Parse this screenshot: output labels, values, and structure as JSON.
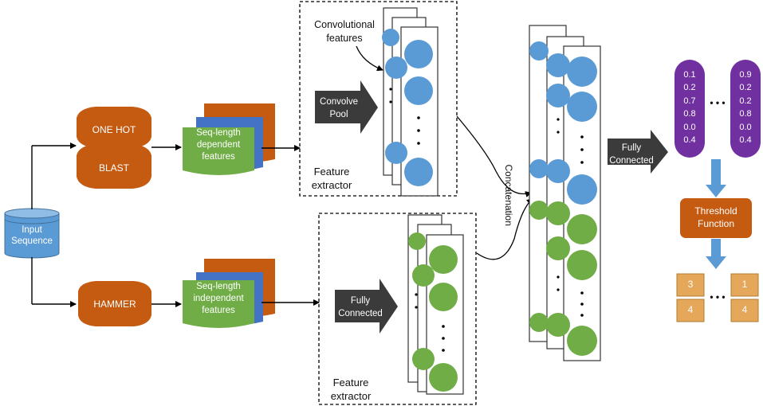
{
  "input": {
    "label_line1": "Input",
    "label_line2": "Sequence"
  },
  "encoders": {
    "one_hot": "ONE HOT",
    "blast": "BLAST",
    "hammer": "HAMMER"
  },
  "documents": {
    "dependent": {
      "line1": "Seq-length",
      "line2": "dependent",
      "line3": "features"
    },
    "independent": {
      "line1": "Seq-length",
      "line2": "independent",
      "line3": "features"
    }
  },
  "conv_block": {
    "callout_line1": "Convolutional",
    "callout_line2": "features",
    "arrow_line1": "Convolve",
    "arrow_line2": "Pool",
    "caption_line1": "Feature",
    "caption_line2": "extractor"
  },
  "fc_block": {
    "arrow_line1": "Fully",
    "arrow_line2": "Connected",
    "caption_line1": "Feature",
    "caption_line2": "extractor"
  },
  "concat_label": "Concatenation",
  "fc_main": {
    "line1": "Fully",
    "line2": "Connected"
  },
  "outputs": {
    "left": [
      "0.1",
      "0.2",
      "0.7",
      "0.8",
      "0.0",
      "0.4"
    ],
    "right": [
      "0.9",
      "0.2",
      "0.2",
      "0.8",
      "0.0",
      "0.4"
    ],
    "ellipsis": "• • •"
  },
  "threshold": {
    "line1": "Threshold",
    "line2": "Function"
  },
  "labels_grid": {
    "left": [
      "3",
      "4"
    ],
    "right": [
      "1",
      "4"
    ],
    "ellipsis": "• • •"
  },
  "colors": {
    "orange": "#c55a11",
    "blue": "#5b9bd5",
    "green": "#70ad47",
    "purple": "#7030a0",
    "tan": "#e5a75a",
    "gray": "#3b3b3b"
  }
}
